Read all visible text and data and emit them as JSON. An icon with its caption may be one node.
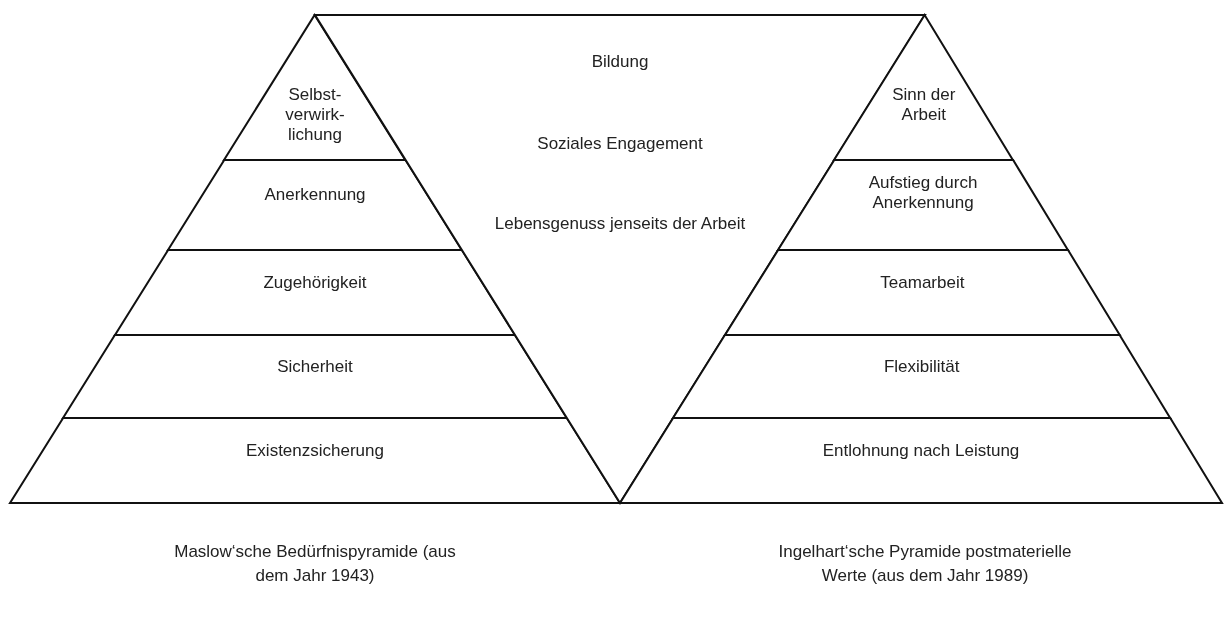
{
  "diagram": {
    "nodes": [
      {
        "text": [
          "Selbst- verwirk- lichung"
        ]
      },
      {
        "text": [
          "Anerkennung"
        ]
      },
      {
        "text": [
          "Zugehörigkeit"
        ]
      },
      {
        "text": [
          "Sicherheit"
        ]
      },
      {
        "text": [
          "Existenzsicherung"
        ]
      },
      {
        "text": [
          "Bildung",
          "Soziales Engagement",
          "Lebensgenuss jenseits der Arbeit"
        ]
      },
      {
        "text": [
          "Sinn der Arbeit"
        ]
      },
      {
        "text": [
          "Aufstieg durch Anerkennung"
        ]
      },
      {
        "text": [
          "Teamarbeit"
        ]
      },
      {
        "text": [
          "Flexibilität"
        ]
      },
      {
        "text": [
          "Entlohnung nach Leistung"
        ]
      }
    ],
    "labels": [
      "Maslow‘sche Bedürfnispyramide (aus dem Jahr 1943)",
      "Ingelhart‘sche Pyramide postmaterielle Werte (aus dem Jahr 1989)"
    ]
  }
}
